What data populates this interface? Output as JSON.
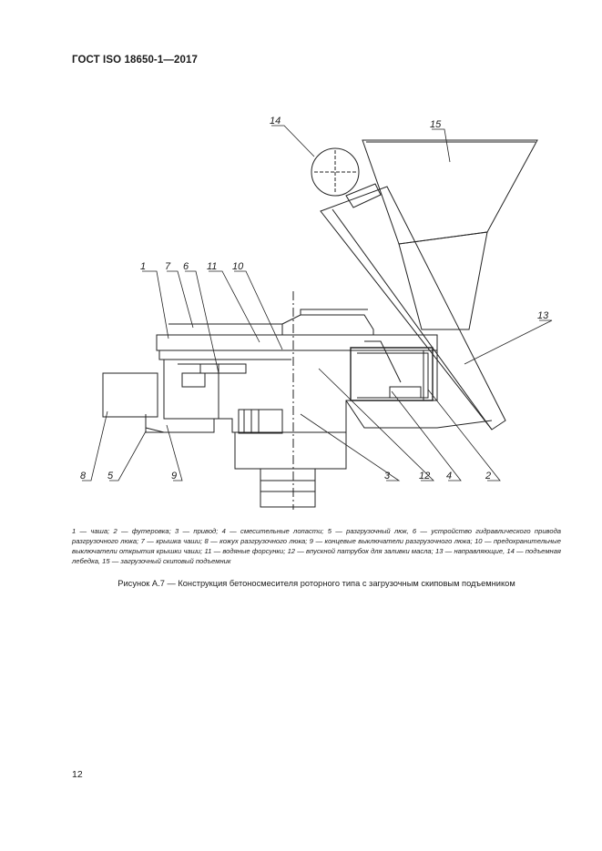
{
  "header": {
    "standard": "ГОСТ ISO 18650-1—2017"
  },
  "figure": {
    "callouts": [
      "1",
      "7",
      "6",
      "11",
      "10",
      "14",
      "15",
      "13",
      "8",
      "5",
      "9",
      "3",
      "12",
      "4",
      "2"
    ]
  },
  "legend": {
    "text": "1 — чаша; 2 — футеровка; 3 — привод; 4 — смесительные лопасти; 5 — разгрузочный люк, 6 — устройство гидравлического привода разгрузочного люка; 7 — крышка чаши; 8 — кожух разгрузочного люка; 9 — концевые выключатели разгрузочного люка; 10 — предохранительные выключатели открытия крышки чаши; 11 — водяные форсунки; 12 — впускной патрубок для заливки масла; 13 — направляющие, 14 — подъемная лебедка, 15 — загрузочный скиповый подъемник"
  },
  "caption": {
    "text": "Рисунок А.7 — Конструкция бетоносмесителя роторного типа с загрузочным скиповым подъемником"
  },
  "page": {
    "number": "12"
  }
}
